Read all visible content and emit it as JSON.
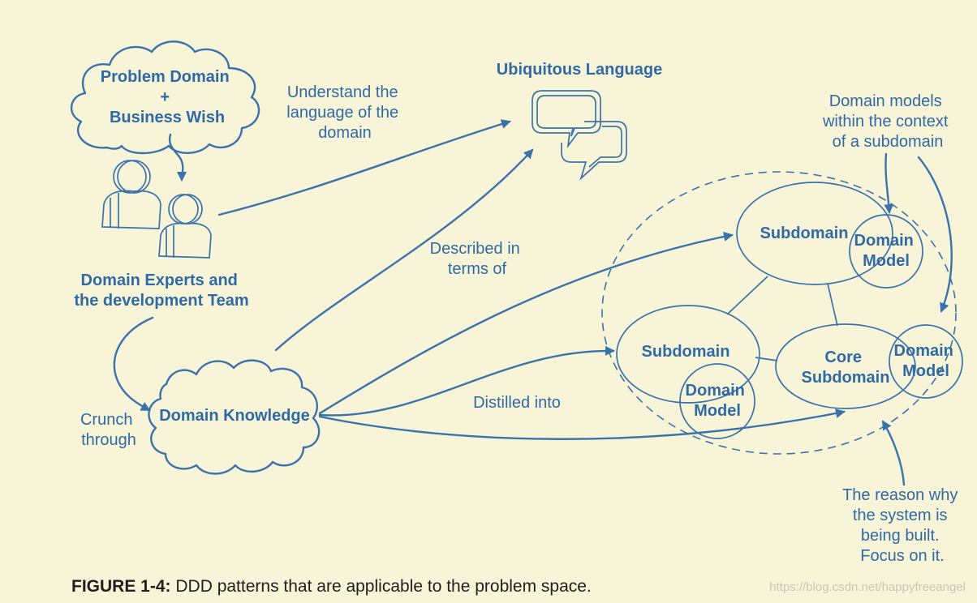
{
  "nodes": {
    "problem_domain": [
      "Problem Domain",
      "+",
      "Business Wish"
    ],
    "experts": [
      "Domain Experts and",
      "the development Team"
    ],
    "knowledge": "Domain Knowledge",
    "ubiquitous": "Ubiquitous Language",
    "subdomain_top": "Subdomain",
    "subdomain_left": "Subdomain",
    "core_subdomain": [
      "Core",
      "Subdomain"
    ],
    "domain_model": [
      "Domain",
      "Model"
    ]
  },
  "annotations": {
    "understand": [
      "Understand the",
      "language of the",
      "domain"
    ],
    "described": [
      "Described in",
      "terms of"
    ],
    "crunch": [
      "Crunch",
      "through"
    ],
    "distilled": "Distilled into",
    "models_context": [
      "Domain models",
      "within the context",
      "of a subdomain"
    ],
    "reason": [
      "The reason why",
      "the system is",
      "being built.",
      "Focus on it."
    ]
  },
  "caption": {
    "label": "FIGURE 1-4:",
    "text": "DDD patterns that are applicable to the problem space."
  },
  "watermark": "https://blog.csdn.net/happyfreeangel",
  "colors": {
    "background": "#f8f4d8",
    "accent": "#3a72ab",
    "text": "#2f6aa4"
  },
  "icons": [
    "cloud-icon",
    "people-icon",
    "speech-bubbles-icon",
    "arrow-icon"
  ]
}
